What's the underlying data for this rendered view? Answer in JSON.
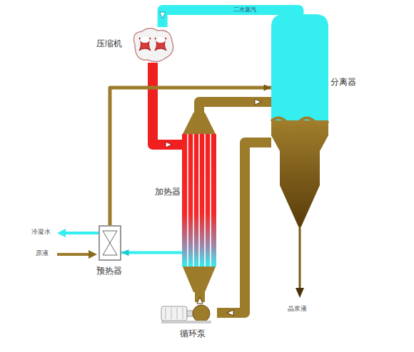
{
  "diagram": {
    "nodes": [
      {
        "text": [
          "压缩机"
        ]
      },
      {
        "text": [
          "分离器"
        ]
      },
      {
        "text": [
          "加热器"
        ]
      },
      {
        "text": [
          "预热器"
        ]
      },
      {
        "text": [
          "循环泵"
        ]
      }
    ],
    "edges": [
      {
        "from": 1,
        "to": 0,
        "label": "二次蒸汽",
        "arrow": "to"
      },
      {
        "from": 0,
        "to": 2,
        "arrow": "to"
      },
      {
        "from": 2,
        "to": 1,
        "arrow": "to"
      },
      {
        "from": 3,
        "to": 1,
        "arrow": "to"
      },
      {
        "from": 2,
        "to": 3,
        "arrow": "to"
      },
      {
        "from": 1,
        "to": 4,
        "arrow": "to"
      },
      {
        "from": 4,
        "to": 2,
        "arrow": "to"
      }
    ],
    "labels": [
      "冷凝水",
      "原液",
      "晶浆液"
    ]
  }
}
